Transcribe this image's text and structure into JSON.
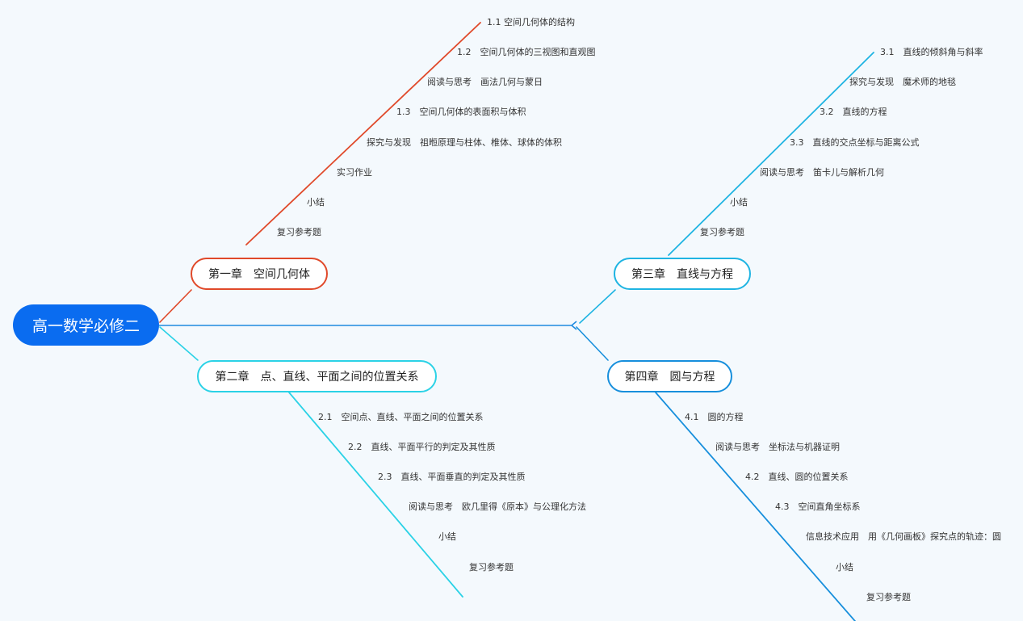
{
  "root": {
    "label": "高一数学必修二",
    "color": "#0a6cf0"
  },
  "chapters": [
    {
      "label": "第一章　空间几何体",
      "color": "#e0492a",
      "items": [
        "1.1 空间几何体的结构",
        "1.2　空间几何体的三视图和直观图",
        "阅读与思考　画法几何与蒙日",
        "1.3　空间几何体的表面积与体积",
        "探究与发现　祖暅原理与柱体、椎体、球体的体积",
        "实习作业",
        "小结",
        "复习参考题"
      ]
    },
    {
      "label": "第二章　点、直线、平面之间的位置关系",
      "color": "#2bd2e6",
      "items": [
        "2.1　空间点、直线、平面之间的位置关系",
        "2.2　直线、平面平行的判定及其性质",
        "2.3　直线、平面垂直的判定及其性质",
        "阅读与思考　欧几里得《原本》与公理化方法",
        "小结",
        "复习参考题"
      ]
    },
    {
      "label": "第三章　直线与方程",
      "color": "#1fb4e2",
      "items": [
        "3.1　直线的倾斜角与斜率",
        "探究与发现　魔术师的地毯",
        "3.2　直线的方程",
        "3.3　直线的交点坐标与距离公式",
        "阅读与思考　笛卡儿与解析几何",
        "小结",
        "复习参考题"
      ]
    },
    {
      "label": "第四章　圆与方程",
      "color": "#178fdc",
      "items": [
        "4.1　圆的方程",
        "阅读与思考　坐标法与机器证明",
        "4.2　直线、圆的位置关系",
        "4.3　空间直角坐标系",
        "信息技术应用　用《几何画板》探究点的轨迹：圆",
        "小结",
        "复习参考题"
      ]
    }
  ]
}
